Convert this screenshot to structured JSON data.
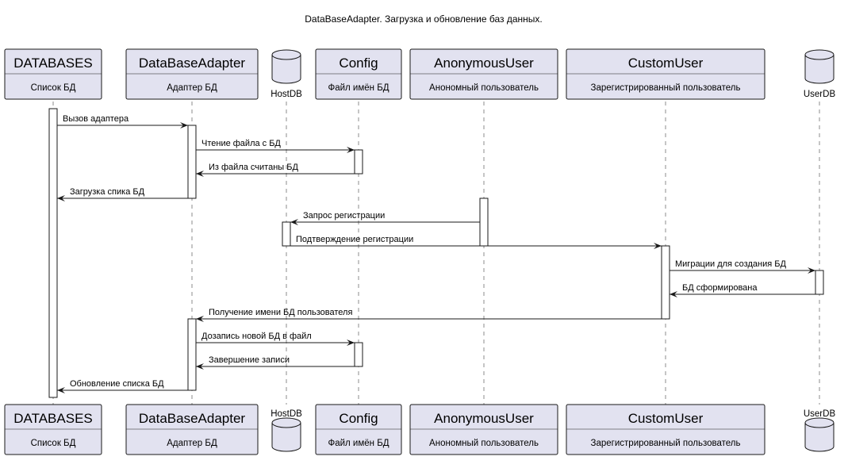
{
  "title": "DataBaseAdapter. Загрузка и обновление баз данных.",
  "participants": [
    {
      "id": "databases",
      "kind": "box",
      "name": "DATABASES",
      "desc": "Список БД"
    },
    {
      "id": "adapter",
      "kind": "box",
      "name": "DataBaseAdapter",
      "desc": "Адаптер БД"
    },
    {
      "id": "hostdb",
      "kind": "database",
      "name": "HostDB"
    },
    {
      "id": "config",
      "kind": "box",
      "name": "Config",
      "desc": "Файл имён БД"
    },
    {
      "id": "anon",
      "kind": "box",
      "name": "AnonymousUser",
      "desc": "Анономный пользователь"
    },
    {
      "id": "custom",
      "kind": "box",
      "name": "CustomUser",
      "desc": "Зарегистрированный пользователь"
    },
    {
      "id": "userdb",
      "kind": "database",
      "name": "UserDB"
    }
  ],
  "messages": [
    {
      "from": "databases",
      "to": "adapter",
      "label": "Вызов адаптера"
    },
    {
      "from": "adapter",
      "to": "config",
      "label": "Чтение файла с БД"
    },
    {
      "from": "config",
      "to": "adapter",
      "label": "Из файла считаны БД"
    },
    {
      "from": "adapter",
      "to": "databases",
      "label": "Загрузка спика БД"
    },
    {
      "from": "anon",
      "to": "hostdb",
      "label": "Запрос регистрации"
    },
    {
      "from": "hostdb",
      "to": "custom",
      "label": "Подтверждение регистрации"
    },
    {
      "from": "custom",
      "to": "userdb",
      "label": "Миграции для создания БД"
    },
    {
      "from": "userdb",
      "to": "custom",
      "label": "БД сформирована"
    },
    {
      "from": "custom",
      "to": "adapter",
      "label": "Получение имени БД пользователя"
    },
    {
      "from": "adapter",
      "to": "config",
      "label": "Дозапись новой БД в файл"
    },
    {
      "from": "config",
      "to": "adapter",
      "label": "Завершение записи"
    },
    {
      "from": "adapter",
      "to": "databases",
      "label": "Обновление списка БД"
    }
  ]
}
